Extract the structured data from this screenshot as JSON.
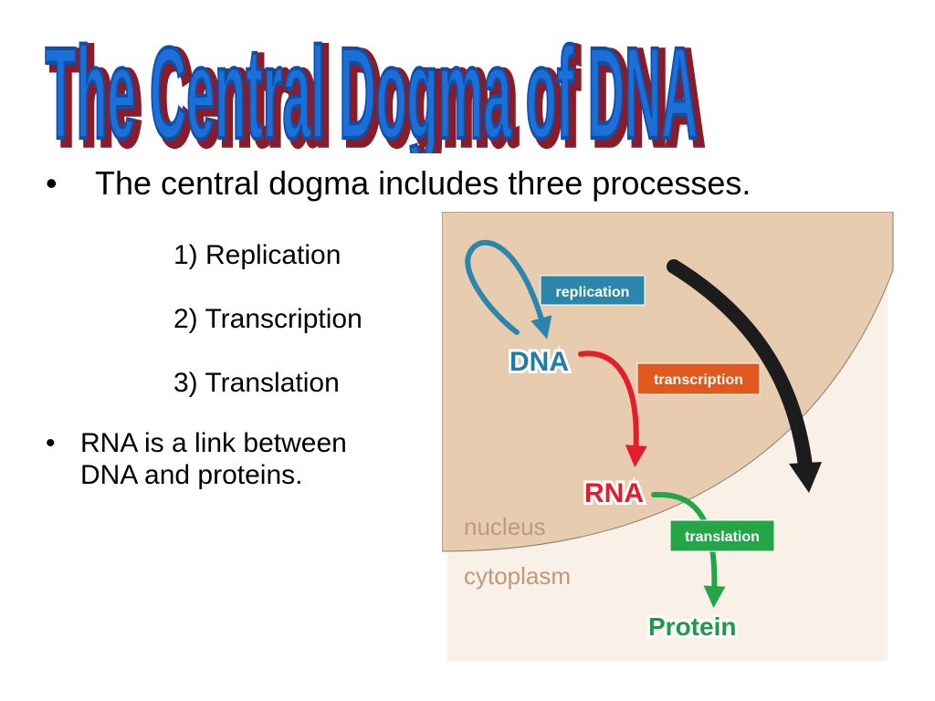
{
  "slide": {
    "title": "The Central Dogma of DNA",
    "bullet_marker": "•",
    "bullet1": "The central dogma includes three processes.",
    "processes": [
      "1) Replication",
      "2) Transcription",
      "3) Translation"
    ],
    "bullet2": "RNA is a link between DNA and proteins."
  },
  "diagram": {
    "nodes": {
      "dna": "DNA",
      "rna": "RNA",
      "protein": "Protein"
    },
    "labels": {
      "replication": "replication",
      "transcription": "transcription",
      "translation": "translation"
    },
    "regions": {
      "nucleus": "nucleus",
      "cytoplasm": "cytoplasm"
    },
    "colors": {
      "title_fill": "#1c6fd6",
      "title_shadow": "#8a1c2a",
      "nucleus": "#e8ccb0",
      "cytoplasm": "#f9f0e8",
      "replication": "#2a86ab",
      "transcription": "#e31d2b",
      "translation": "#23a548",
      "dna_text": "#1f7da8",
      "rna_text": "#e31d2b",
      "protein_text": "#1f9a44",
      "region_text": "#c09a78"
    }
  }
}
